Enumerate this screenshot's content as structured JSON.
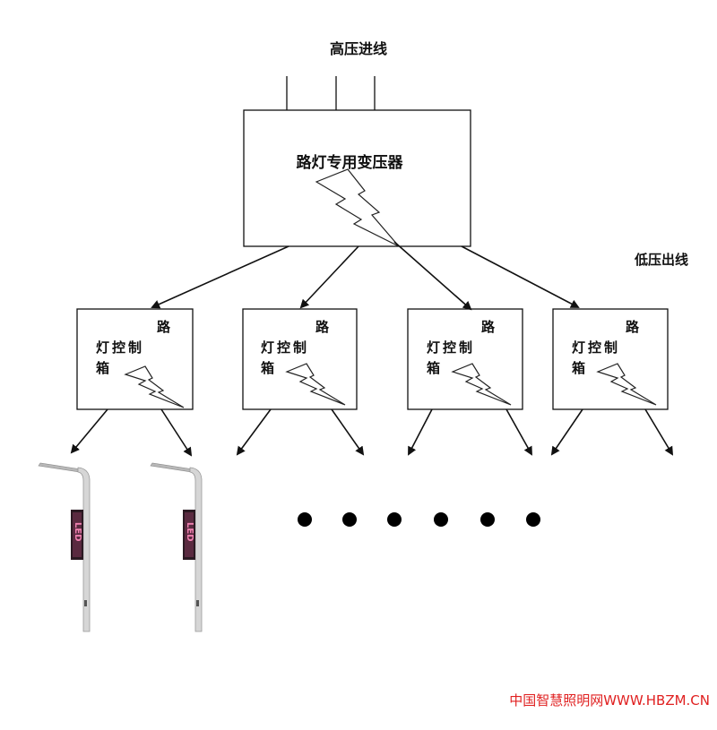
{
  "labels": {
    "high_voltage_in": "高压进线",
    "transformer": "路灯专用变压器",
    "low_voltage_out": "低压出线"
  },
  "control_boxes": [
    {
      "line1": "路",
      "line2": "灯控制",
      "line3": "箱"
    },
    {
      "line1": "路",
      "line2": "灯控制",
      "line3": "箱"
    },
    {
      "line1": "路",
      "line2": "灯控制",
      "line3": "箱"
    },
    {
      "line1": "路",
      "line2": "灯控制",
      "line3": "箱"
    }
  ],
  "pole_panel_text": "LED",
  "watermark": "中国智慧照明网WWW.HBZM.CN",
  "colors": {
    "line": "#111111",
    "watermark": "#e02020",
    "led_panel": "#d0508a"
  }
}
